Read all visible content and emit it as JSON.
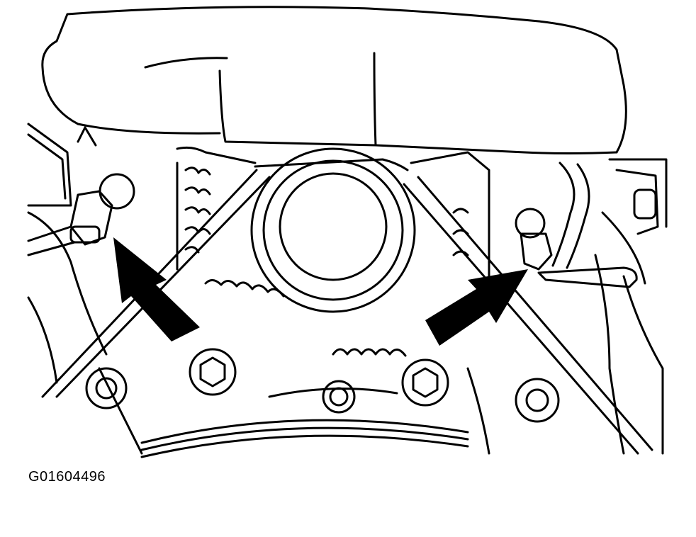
{
  "figure": {
    "id_label": "G01604496",
    "line_color": "#000000",
    "background_color": "#ffffff",
    "callouts": [
      {
        "name": "left-arrow",
        "points_to": "left-connector"
      },
      {
        "name": "right-arrow",
        "points_to": "right-connector"
      }
    ]
  }
}
